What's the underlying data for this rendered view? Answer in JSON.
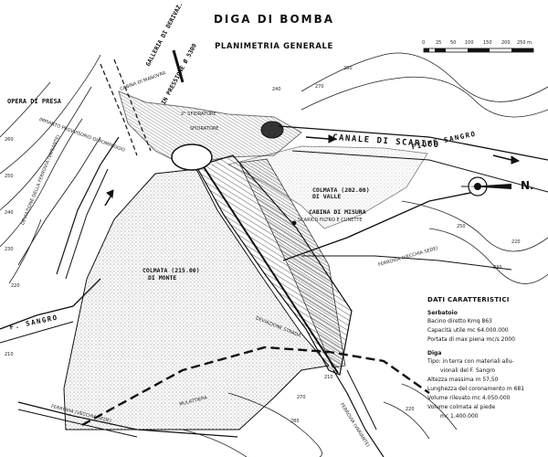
{
  "title": "DIGA DI BOMBA",
  "subtitle": "PLANIMETRIA GENERALE",
  "scale_bar": {
    "ticks": [
      "0",
      "25",
      "50",
      "100",
      "150",
      "200",
      "250 m."
    ]
  },
  "north": "N.",
  "labels": {
    "opera_di_presa": "OPERA DI PRESA",
    "cabina_di_manovra": "CABINA DI MANOVRA",
    "galleria": "GALLERIA DI DERIVAZ.",
    "in_pressione": "IN PRESSIONE Ø 5300",
    "sfioratore": "2° SFIORATORE",
    "sfioratore2": "SFIORATORE",
    "impianto": "IMPIANTO PROVVISORIO DI POMPAGGIO",
    "canale_di_scarico": "CANALE DI SCARICO",
    "fiume_sangro": "FIUME SANGRO",
    "colmata_di_valle_q": "COLMATA (202.00)",
    "colmata_di_valle": "DI VALLE",
    "cabina_di_misura": "CABINA DI MISURA",
    "scarico_filtro": "SCARICO FILTRO E CUNETTE",
    "colmata_di_monte": "COLMATA (215.00)",
    "colmata_di_monte2": "DI MONTE",
    "f_sangro": "F. SANGRO",
    "ferrovia_vecchia_top": "FERROVIA (VECCHIA SEDE)",
    "ferrovia_vecchia_bottom": "FERROVIA (VECCHIA SEDE)",
    "ferrovia_variante": "FERROVIA (VARIANTE)",
    "deviazione_strada": "DEVIAZIONE STRADA",
    "deviazione_ferrovia": "DEVIAZIONE DELLA FERROVIA (VARIANTE)",
    "mulattiera": "MULATTIERA"
  },
  "contours": [
    "260",
    "250",
    "240",
    "230",
    "220",
    "210",
    "280",
    "270",
    "240",
    "250",
    "230",
    "220",
    "210",
    "270",
    "280",
    "220"
  ],
  "dati": {
    "heading": "DATI CARATTERISTICI",
    "serbatoio": "Serbatoio",
    "serbatoio_lines": [
      "Bacino diretto Kmq 863",
      "Capacità utile mc 64.000.000",
      "Portata di max piena mc/s 2000"
    ],
    "diga": "Diga",
    "diga_lines": [
      "Tipo: in terra con materiali allu-",
      "vionali del F. Sangro",
      "Altezza massima m 57,50",
      "Lunghezza del coronamento m 681",
      "Volume rilevato mc 4.050.000",
      "Volume colmata al piede",
      "mc 1.400.000"
    ]
  }
}
